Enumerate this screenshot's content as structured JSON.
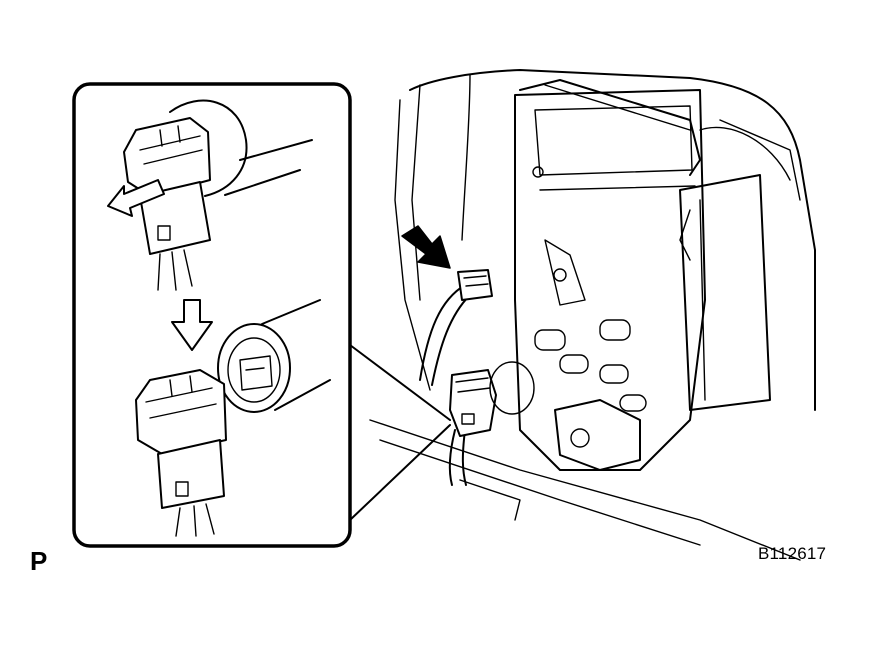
{
  "labels": {
    "corner_letter": "P",
    "figure_code": "B112617"
  },
  "colors": {
    "line": "#000000",
    "background": "#ffffff"
  },
  "icons": {
    "pull_arrow": "outline-arrow-left-down",
    "step_arrow": "outline-arrow-down",
    "pointer_arrow": "solid-arrow-down-right"
  }
}
